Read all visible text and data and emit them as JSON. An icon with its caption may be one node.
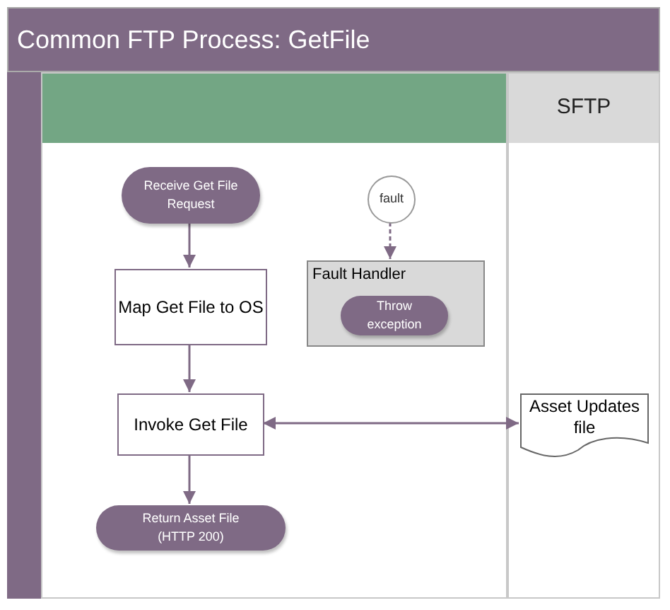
{
  "diagram": {
    "title": "Common FTP Process: GetFile",
    "nodes": [
      {
        "text": [],
        "shape": "box"
      },
      {
        "text": [
          "SFTP"
        ]
      },
      {
        "text": [
          "Receive Get File Request"
        ],
        "in": 0
      },
      {
        "text": [
          "fault"
        ],
        "in": 0
      },
      {
        "text": [
          "Map Get File to OS"
        ],
        "in": 0
      },
      {
        "text": [
          "Fault Handler"
        ],
        "in": 0
      },
      {
        "text": [
          "Throw exception"
        ],
        "in": 5
      },
      {
        "text": [
          "Invoke Get File"
        ],
        "in": 0
      },
      {
        "text": [
          "Return Asset File (HTTP 200)"
        ],
        "in": 0
      },
      {
        "text": [
          "Asset Updates file"
        ],
        "in": 1
      }
    ],
    "edges": [
      {
        "from": 2,
        "to": 4,
        "arrow": "to"
      },
      {
        "from": 3,
        "to": 5,
        "arrow": "to",
        "style": "dashed"
      },
      {
        "from": 4,
        "to": 7,
        "arrow": "to"
      },
      {
        "from": 7,
        "to": 9,
        "arrow": "both"
      },
      {
        "from": 7,
        "to": 8,
        "arrow": "to"
      }
    ]
  }
}
